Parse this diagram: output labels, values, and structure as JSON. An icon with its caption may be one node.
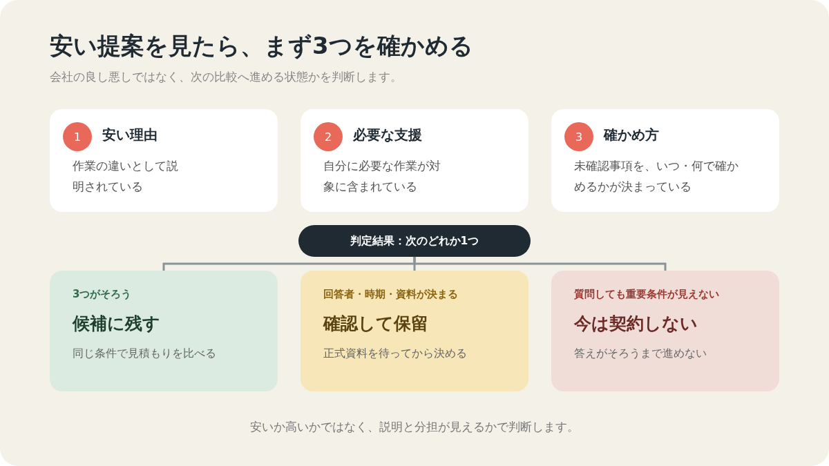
{
  "diagram": {
    "title": "安い提案を見たら、まず3つを確かめる",
    "caption": "安いか高いかではなく、説明と分担が見えるかで判断します。",
    "nodes": [
      {
        "text": [
          "安い理由",
          "作業の違いとして説明されている"
        ]
      },
      {
        "text": [
          "1"
        ],
        "in": 0
      },
      {
        "text": [
          "必要な支援",
          "自分に必要な作業が対象に含まれている"
        ]
      },
      {
        "text": [
          "2"
        ],
        "in": 2
      },
      {
        "text": [
          "確かめ方",
          "未確認事項を、いつ・何で確かめるかが決まっている"
        ]
      },
      {
        "text": [
          "3"
        ],
        "in": 4
      },
      {
        "text": [
          "判定結果：次のどれか1つ"
        ]
      },
      {
        "text": [
          "3つがそろう",
          "候補に残す",
          "同じ条件で見積もりを比べる"
        ]
      },
      {
        "text": [
          "回答者・時期・資料が決まる",
          "確認して保留",
          "正式資料を待ってから決める"
        ]
      },
      {
        "text": [
          "質問しても重要条件が見えない",
          "今は契約しない",
          "答えがそろうまで進めない"
        ]
      }
    ],
    "edges": [
      {
        "from": 6,
        "to": 7,
        "arrow": "none"
      },
      {
        "from": 6,
        "to": 8,
        "arrow": "none"
      },
      {
        "from": 6,
        "to": 9,
        "arrow": "none"
      }
    ],
    "labels": [
      "会社の良し悪しではなく、次の比較へ進める状態かを判断します。"
    ]
  }
}
